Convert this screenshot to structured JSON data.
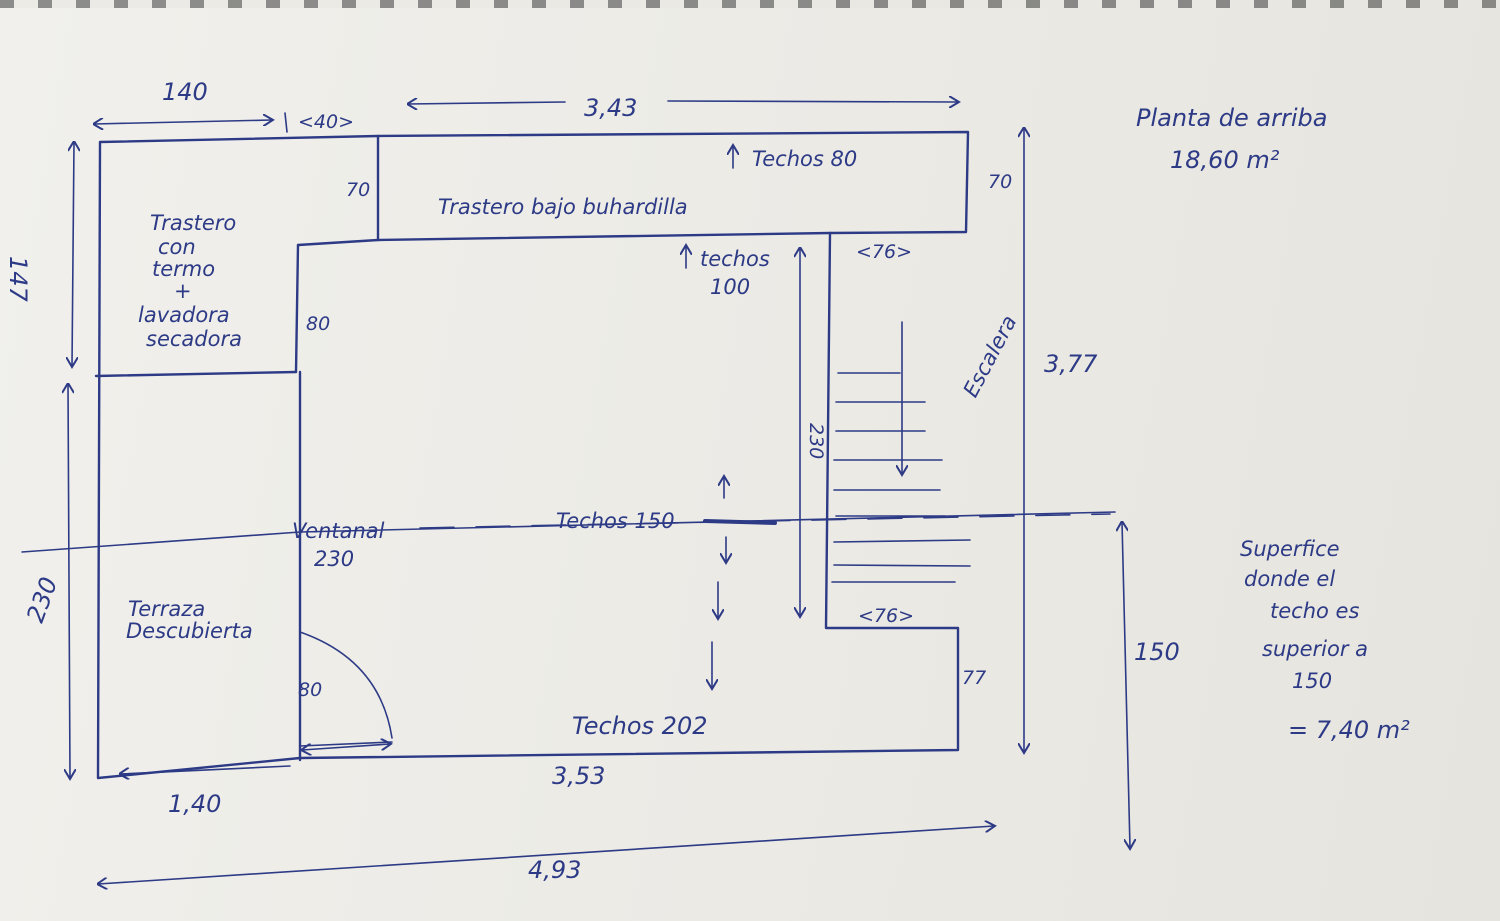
{
  "title": "Planta de arriba",
  "area_total": "18,60 m²",
  "rooms": {
    "trastero_termo": [
      "Trastero",
      "con",
      "termo",
      "+",
      "lavadora",
      "secadora"
    ],
    "trastero_buhardilla": "Trastero bajo buhardilla",
    "terraza": [
      "Terraza",
      "Descubierta"
    ],
    "escalera": "Escalera"
  },
  "ceilings": {
    "techos_80": "Techos 80",
    "techos_100": [
      "techos",
      "100"
    ],
    "techos_150": "Techos 150",
    "techos_202": "Techos 202",
    "ventanal": [
      "Ventanal",
      "230"
    ]
  },
  "dimensions": {
    "top_left": "140",
    "top_gap": "<40>",
    "top_main": "3,43",
    "left_147": "147",
    "left_230": "230",
    "h70_left": "70",
    "h70_right": "70",
    "h80": "80",
    "h80_door": "80",
    "stair_top": "<76>",
    "stair_bottom": "<76>",
    "stair_230": "230",
    "h77": "77",
    "right_377": "3,77",
    "right_150": "150",
    "bottom_353": "3,53",
    "bottom_140": "1,40",
    "bottom_493": "4,93"
  },
  "note": [
    "Superfice",
    "donde el",
    "techo es",
    "superior a",
    "150",
    "= 7,40 m²"
  ],
  "colors": {
    "ink": "#2d3a86",
    "paper": "#efeee9"
  }
}
